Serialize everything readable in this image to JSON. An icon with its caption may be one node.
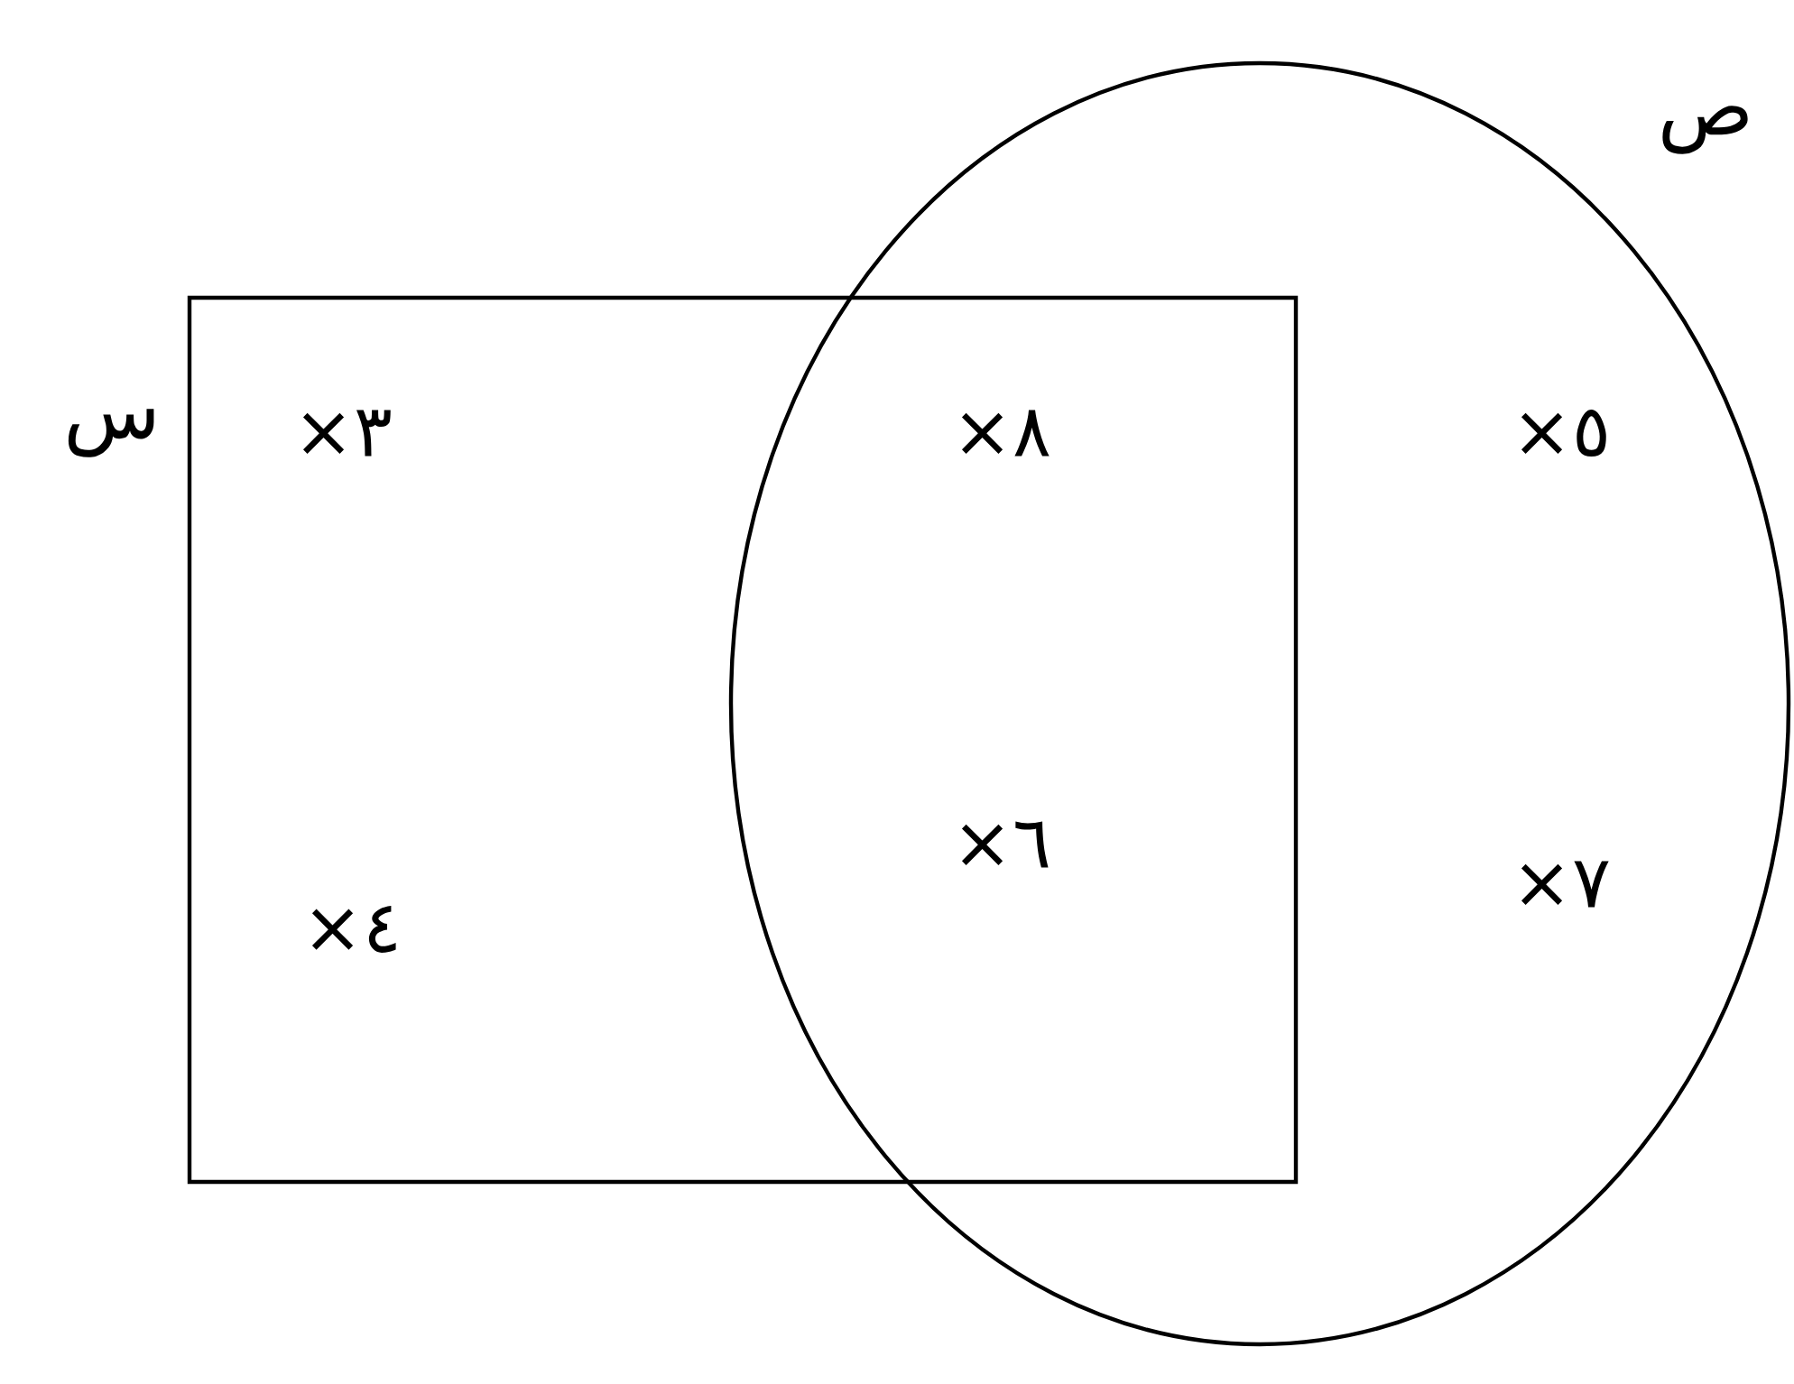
{
  "diagram": {
    "nodes": [
      {
        "text": [
          "س"
        ]
      },
      {
        "text": [
          "ص"
        ]
      }
    ],
    "labels": [
      "×٣",
      "×٨",
      "×٥",
      "×٦",
      "×٧",
      "×٤"
    ]
  }
}
